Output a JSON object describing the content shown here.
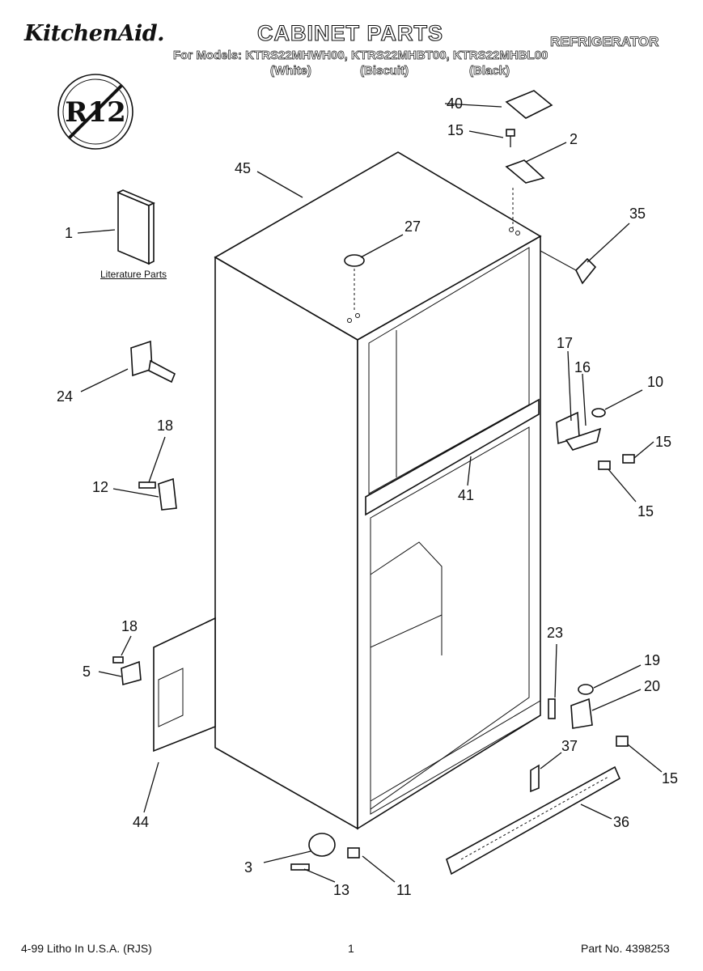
{
  "header": {
    "brand": "KitchenAid.",
    "title": "CABINET PARTS",
    "category": "REFRIGERATOR",
    "models_line": "For Models: KTRS22MHWH00, KTRS22MHBT00, KTRS22MHBL00",
    "variants": [
      "(White)",
      "(Biscuit)",
      "(Black)"
    ]
  },
  "badge": {
    "text": "R12"
  },
  "literature_label": "Literature Parts",
  "callouts": {
    "c1": "1",
    "c2": "2",
    "c3": "3",
    "c5": "5",
    "c10": "10",
    "c11": "11",
    "c12": "12",
    "c13": "13",
    "c15a": "15",
    "c15b": "15",
    "c15c": "15",
    "c15d": "15",
    "c16": "16",
    "c17": "17",
    "c18a": "18",
    "c18b": "18",
    "c19": "19",
    "c20": "20",
    "c23": "23",
    "c24": "24",
    "c27": "27",
    "c35": "35",
    "c36": "36",
    "c37": "37",
    "c40": "40",
    "c41": "41",
    "c44": "44",
    "c45": "45"
  },
  "footer": {
    "left": "4-99 Litho In U.S.A. (RJS)",
    "page": "1",
    "part_no": "Part No. 4398253"
  },
  "colors": {
    "ink": "#111111",
    "paper": "#ffffff"
  }
}
